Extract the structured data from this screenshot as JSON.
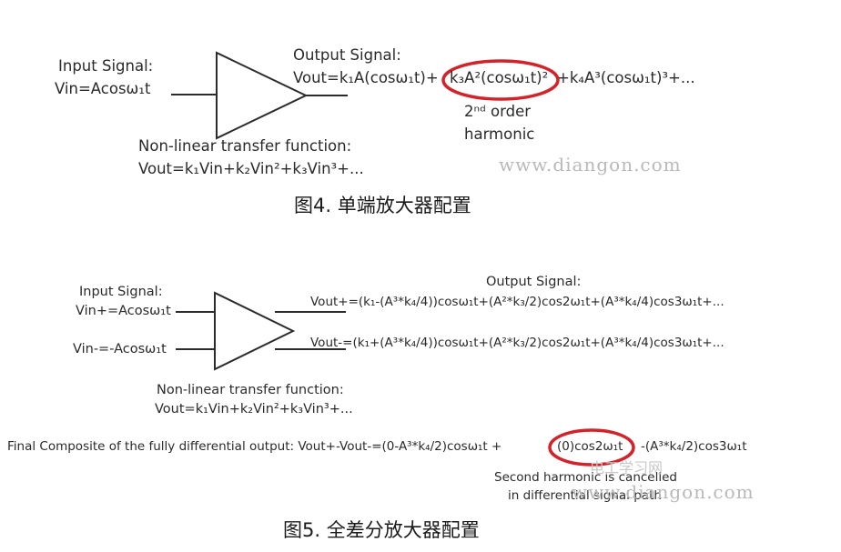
{
  "fig4": {
    "input_label": "Input Signal:",
    "input_eq": "Vin=Acosω₁t",
    "output_label": "Output Signal:",
    "output_eq_a": "Vout=k₁A(cosω₁t)+",
    "output_eq_b": "k₃A²(cosω₁t)²",
    "output_eq_c": "+k₄A³(cosω₁t)³+...",
    "harmonic_1": "2ⁿᵈ order",
    "harmonic_2": "harmonic",
    "transfer_label": "Non-linear transfer function:",
    "transfer_eq": "Vout=k₁Vin+k₂Vin²+k₃Vin³+...",
    "watermark": "www.diangon.com",
    "caption": "图4. 单端放大器配置"
  },
  "fig5": {
    "input_label": "Input Signal:",
    "input_pos": "Vin+=Acosω₁t",
    "input_neg": "Vin-=-Acosω₁t",
    "output_label": "Output Signal:",
    "out_pos": "Vout+=(k₁-(A³*k₄/4))cosω₁t+(A²*k₃/2)cos2ω₁t+(A³*k₄/4)cos3ω₁t+...",
    "out_neg": "Vout-=(k₁+(A³*k₄/4))cosω₁t+(A²*k₃/2)cos2ω₁t+(A³*k₄/4)cos3ω₁t+...",
    "transfer_label": "Non-linear transfer function:",
    "transfer_eq": "Vout=k₁Vin+k₂Vin²+k₃Vin³+...",
    "composite_a": "Final Composite of the fully differential output: Vout+-Vout-=(0-A³*k₄/2)cosω₁t +",
    "composite_b": "(0)cos2ω₁t",
    "composite_c": "-(A³*k₄/2)cos3ω₁t",
    "note_1": "Second harmonic is cancelled",
    "note_2": "in differential signal path",
    "watermark": "www.diangon.com",
    "watermark_cn": "电工学习网",
    "caption": "图5. 全差分放大器配置"
  },
  "colors": {
    "line": "#2b2b2b",
    "highlight": "#d2232a",
    "watermark": "#b9b9b9"
  }
}
